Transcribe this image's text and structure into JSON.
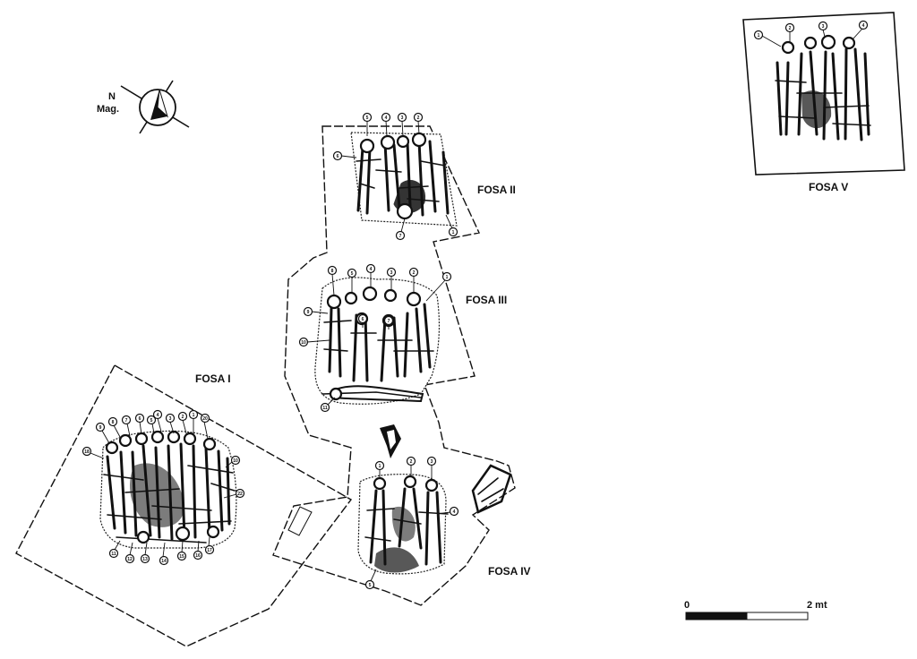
{
  "north_arrow": {
    "label_line1": "N",
    "label_line2": "Mag."
  },
  "pits": [
    {
      "id": "fosa-ii",
      "label": "FOSA II",
      "badges": [
        "5",
        "4",
        "3",
        "2",
        "6",
        "7",
        "1"
      ]
    },
    {
      "id": "fosa-iii",
      "label": "FOSA III",
      "badges": [
        "8",
        "5",
        "4",
        "3",
        "2",
        "1",
        "9",
        "6",
        "7",
        "10",
        "11"
      ]
    },
    {
      "id": "fosa-i",
      "label": "FOSA I",
      "badges": [
        "9",
        "8",
        "7",
        "6",
        "5",
        "4",
        "3",
        "2",
        "1",
        "20",
        "18",
        "10",
        "22",
        "11",
        "12",
        "13",
        "14",
        "15",
        "16",
        "17"
      ]
    },
    {
      "id": "fosa-iv",
      "label": "FOSA IV",
      "badges": [
        "1",
        "2",
        "3",
        "4",
        "5"
      ]
    },
    {
      "id": "fosa-v",
      "label": "FOSA V",
      "badges": [
        "1",
        "2",
        "3",
        "4"
      ]
    }
  ],
  "scale_bar": {
    "start_label": "0",
    "end_label": "2 mt"
  }
}
